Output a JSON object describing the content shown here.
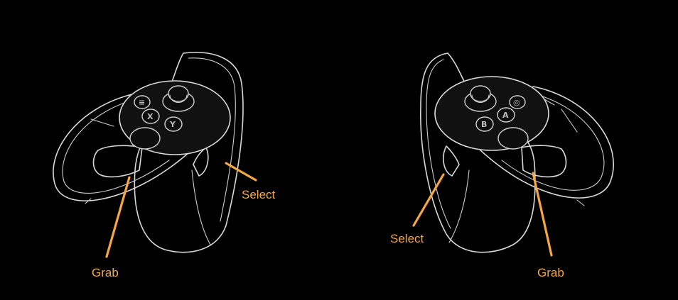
{
  "accent_color": "#f4a742",
  "left_controller": {
    "select_label": "Select",
    "grab_label": "Grab",
    "buttons": {
      "menu": "≡",
      "x": "X",
      "y": "Y"
    }
  },
  "right_controller": {
    "select_label": "Select",
    "grab_label": "Grab",
    "buttons": {
      "oculus": "◎",
      "a": "A",
      "b": "B"
    }
  }
}
